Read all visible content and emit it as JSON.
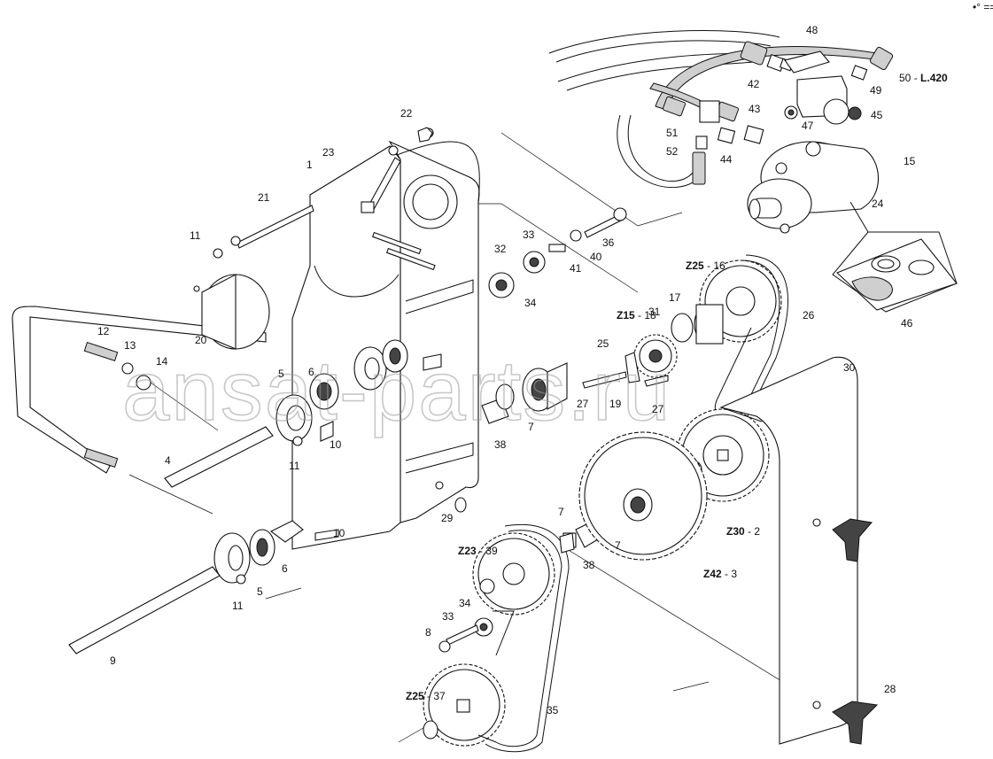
{
  "watermark": "ansat-parts.ru",
  "corner_mark": "•° ===",
  "labels": [
    {
      "id": "1",
      "text": "1"
    },
    {
      "id": "2",
      "prefix": "Z30",
      "text": "2"
    },
    {
      "id": "3",
      "prefix": "Z42",
      "text": "3"
    },
    {
      "id": "4",
      "text": "4"
    },
    {
      "id": "5a",
      "text": "5"
    },
    {
      "id": "5b",
      "text": "5"
    },
    {
      "id": "6a",
      "text": "6"
    },
    {
      "id": "6b",
      "text": "6"
    },
    {
      "id": "7a",
      "text": "7"
    },
    {
      "id": "7b",
      "text": "7"
    },
    {
      "id": "7c",
      "text": "7"
    },
    {
      "id": "8",
      "text": "8"
    },
    {
      "id": "9",
      "text": "9"
    },
    {
      "id": "10a",
      "text": "10"
    },
    {
      "id": "10b",
      "text": "10"
    },
    {
      "id": "11a",
      "text": "11"
    },
    {
      "id": "11b",
      "text": "11"
    },
    {
      "id": "11c",
      "text": "11"
    },
    {
      "id": "12",
      "text": "12"
    },
    {
      "id": "13",
      "text": "13"
    },
    {
      "id": "14",
      "text": "14"
    },
    {
      "id": "15",
      "text": "15"
    },
    {
      "id": "16",
      "prefix": "Z25",
      "text": "16"
    },
    {
      "id": "17",
      "text": "17"
    },
    {
      "id": "18",
      "prefix": "Z15",
      "text": "18"
    },
    {
      "id": "19",
      "text": "19"
    },
    {
      "id": "20",
      "text": "20"
    },
    {
      "id": "21",
      "text": "21"
    },
    {
      "id": "22",
      "text": "22"
    },
    {
      "id": "23",
      "text": "23"
    },
    {
      "id": "24",
      "text": "24"
    },
    {
      "id": "25",
      "text": "25"
    },
    {
      "id": "26",
      "text": "26"
    },
    {
      "id": "27a",
      "text": "27"
    },
    {
      "id": "27b",
      "text": "27"
    },
    {
      "id": "28",
      "text": "28"
    },
    {
      "id": "29",
      "text": "29"
    },
    {
      "id": "30",
      "text": "30"
    },
    {
      "id": "31",
      "text": "31"
    },
    {
      "id": "32",
      "text": "32"
    },
    {
      "id": "33a",
      "text": "33"
    },
    {
      "id": "33b",
      "text": "33"
    },
    {
      "id": "34a",
      "text": "34"
    },
    {
      "id": "34b",
      "text": "34"
    },
    {
      "id": "35",
      "text": "35"
    },
    {
      "id": "36",
      "text": "36"
    },
    {
      "id": "37",
      "prefix": "Z25",
      "text": "37"
    },
    {
      "id": "38a",
      "text": "38"
    },
    {
      "id": "38b",
      "text": "38"
    },
    {
      "id": "39",
      "prefix": "Z23",
      "text": "39"
    },
    {
      "id": "40",
      "text": "40"
    },
    {
      "id": "41",
      "text": "41"
    },
    {
      "id": "42",
      "text": "42"
    },
    {
      "id": "43",
      "text": "43"
    },
    {
      "id": "44",
      "text": "44"
    },
    {
      "id": "45",
      "text": "45"
    },
    {
      "id": "46",
      "text": "46"
    },
    {
      "id": "47",
      "text": "47"
    },
    {
      "id": "48",
      "text": "48"
    },
    {
      "id": "49",
      "text": "49"
    },
    {
      "id": "50",
      "text": "50",
      "suffix": "L.420"
    },
    {
      "id": "51",
      "text": "51"
    },
    {
      "id": "52",
      "text": "52"
    }
  ]
}
